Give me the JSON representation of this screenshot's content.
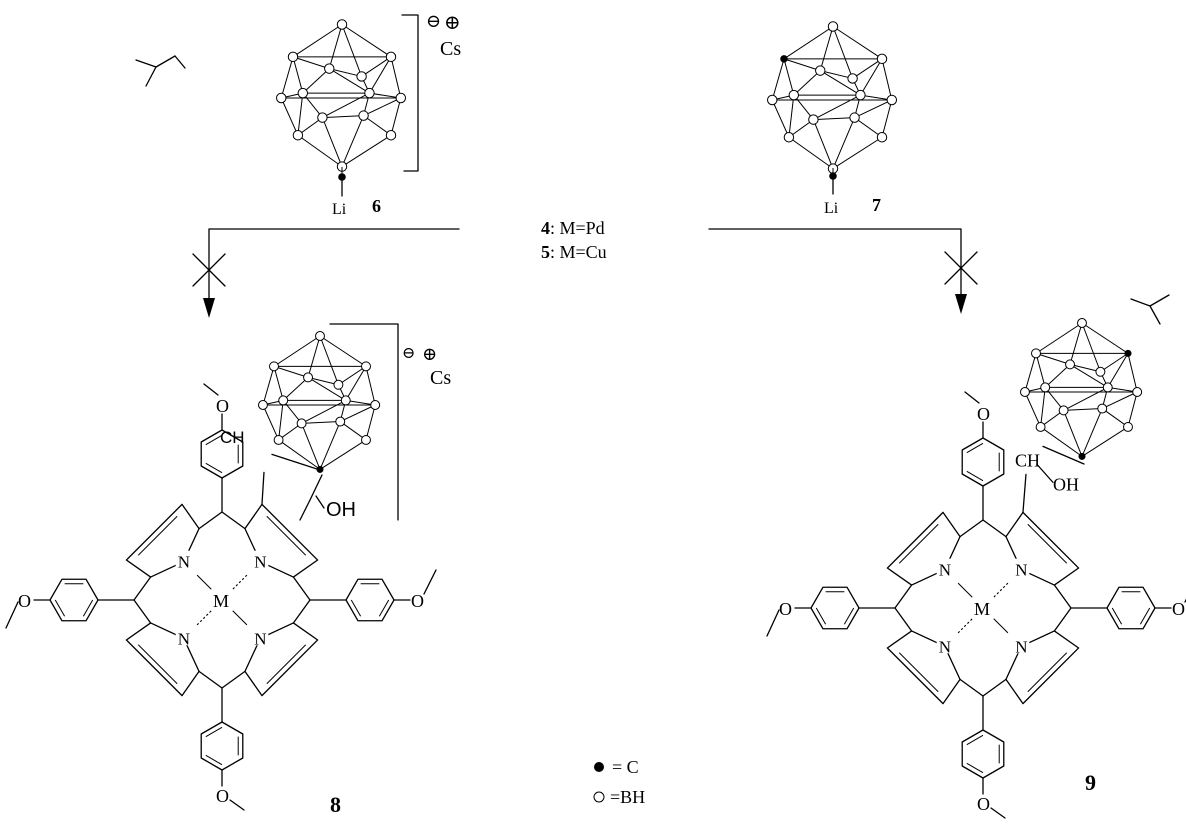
{
  "reagent_6": {
    "counter_ion": "Cs",
    "anion_sign": "⊖",
    "cation_sign": "⊕",
    "lithium": "Li",
    "number": "6"
  },
  "reagent_7": {
    "lithium": "Li",
    "number": "7"
  },
  "conditions": {
    "line1_num": "4",
    "line1_text": ": M=Pd",
    "line2_num": "5",
    "line2_text": ": M=Cu"
  },
  "product_8": {
    "counter_ion": "Cs",
    "anion_sign": "⊖",
    "cation_sign": "⊕",
    "ch": "CH",
    "oh": "OH",
    "metal": "M",
    "nitrogen": "N",
    "oxygen": "O",
    "number": "8"
  },
  "product_9": {
    "ch": "CH",
    "oh": "OH",
    "metal": "M",
    "nitrogen": "N",
    "oxygen": "O",
    "number": "9"
  },
  "legend": {
    "carbon": "= C",
    "boron": "=BH"
  },
  "colors": {
    "ink": "#000000",
    "background": "#ffffff"
  }
}
